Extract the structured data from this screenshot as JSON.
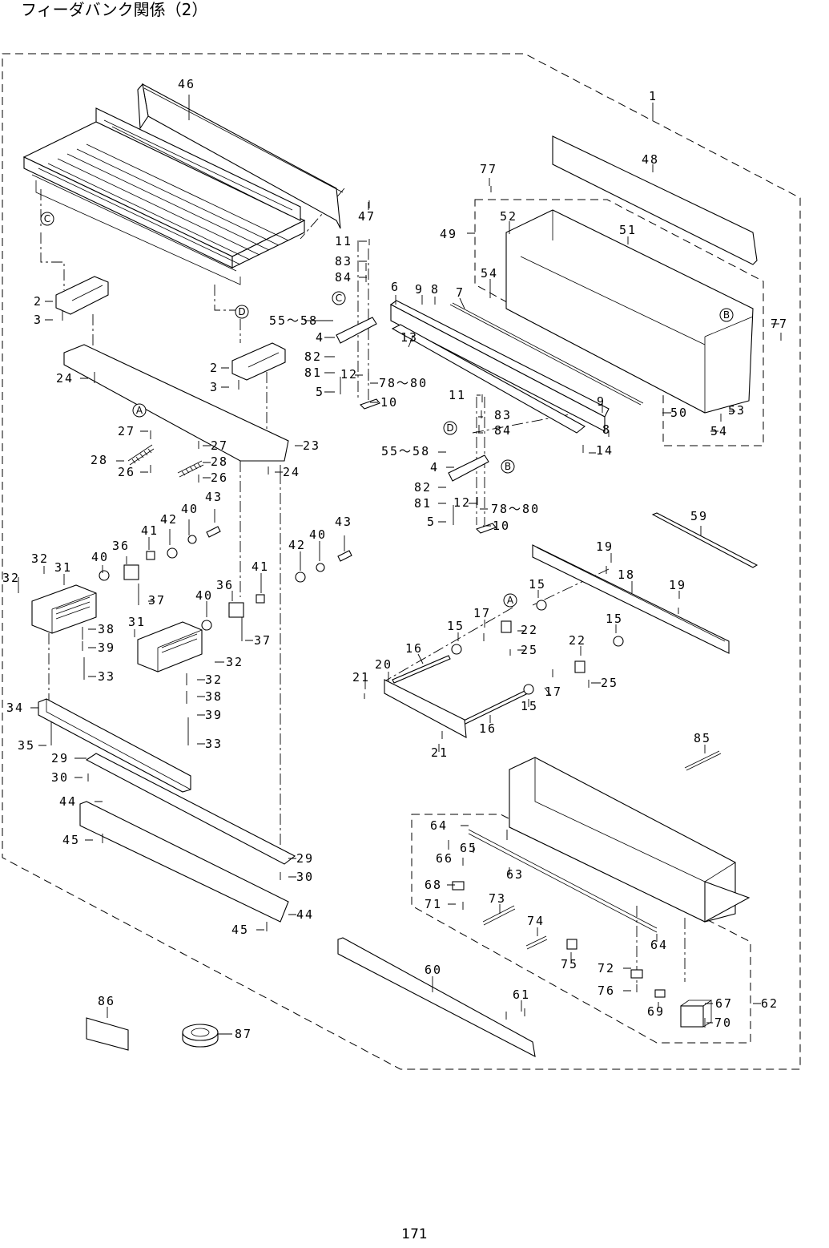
{
  "title": "フィーダバンク関係（2）",
  "page_number": "171",
  "reference_markers": [
    "A",
    "B",
    "C",
    "D"
  ],
  "part_labels": [
    {
      "id": "l46",
      "text": "46"
    },
    {
      "id": "l1",
      "text": "1"
    },
    {
      "id": "l48",
      "text": "48"
    },
    {
      "id": "l77a",
      "text": "77"
    },
    {
      "id": "l47",
      "text": "47"
    },
    {
      "id": "l52",
      "text": "52"
    },
    {
      "id": "l49",
      "text": "49"
    },
    {
      "id": "l51",
      "text": "51"
    },
    {
      "id": "l11a",
      "text": "11"
    },
    {
      "id": "l83a",
      "text": "83"
    },
    {
      "id": "l84a",
      "text": "84"
    },
    {
      "id": "l54a",
      "text": "54"
    },
    {
      "id": "l6",
      "text": "6"
    },
    {
      "id": "l9a",
      "text": "9"
    },
    {
      "id": "l8a",
      "text": "8"
    },
    {
      "id": "l7",
      "text": "7"
    },
    {
      "id": "l2a",
      "text": "2"
    },
    {
      "id": "l3a",
      "text": "3"
    },
    {
      "id": "l5558a",
      "text": "55～58"
    },
    {
      "id": "l4a",
      "text": "4"
    },
    {
      "id": "l77b",
      "text": "77"
    },
    {
      "id": "l13",
      "text": "13"
    },
    {
      "id": "l82a",
      "text": "82"
    },
    {
      "id": "l81a",
      "text": "81"
    },
    {
      "id": "l12a",
      "text": "12"
    },
    {
      "id": "l7880a",
      "text": "78～80"
    },
    {
      "id": "l24a",
      "text": "24"
    },
    {
      "id": "l5a",
      "text": "5"
    },
    {
      "id": "l10a",
      "text": "10"
    },
    {
      "id": "l2b",
      "text": "2"
    },
    {
      "id": "l3b",
      "text": "3"
    },
    {
      "id": "l11b",
      "text": "11"
    },
    {
      "id": "l9b",
      "text": "9"
    },
    {
      "id": "l50",
      "text": "50"
    },
    {
      "id": "l53",
      "text": "53"
    },
    {
      "id": "l83b",
      "text": "83"
    },
    {
      "id": "l8b",
      "text": "8"
    },
    {
      "id": "l27a",
      "text": "27"
    },
    {
      "id": "l84b",
      "text": "84"
    },
    {
      "id": "l54b",
      "text": "54"
    },
    {
      "id": "l27b",
      "text": "27"
    },
    {
      "id": "l23",
      "text": "23"
    },
    {
      "id": "l5558b",
      "text": "55～58"
    },
    {
      "id": "l14",
      "text": "14"
    },
    {
      "id": "l28a",
      "text": "28"
    },
    {
      "id": "l28b",
      "text": "28"
    },
    {
      "id": "l4b",
      "text": "4"
    },
    {
      "id": "l26a",
      "text": "26"
    },
    {
      "id": "l24b",
      "text": "24"
    },
    {
      "id": "l26b",
      "text": "26"
    },
    {
      "id": "l82b",
      "text": "82"
    },
    {
      "id": "l43a",
      "text": "43"
    },
    {
      "id": "l81b",
      "text": "81"
    },
    {
      "id": "l12b",
      "text": "12"
    },
    {
      "id": "l7880b",
      "text": "78～80"
    },
    {
      "id": "l40a",
      "text": "40"
    },
    {
      "id": "l42a",
      "text": "42"
    },
    {
      "id": "l5b",
      "text": "5"
    },
    {
      "id": "l10b",
      "text": "10"
    },
    {
      "id": "l59",
      "text": "59"
    },
    {
      "id": "l41a",
      "text": "41"
    },
    {
      "id": "l43b",
      "text": "43"
    },
    {
      "id": "l36a",
      "text": "36"
    },
    {
      "id": "l42b",
      "text": "42"
    },
    {
      "id": "l40b",
      "text": "40"
    },
    {
      "id": "l19a",
      "text": "19"
    },
    {
      "id": "l32a",
      "text": "32"
    },
    {
      "id": "l31a",
      "text": "31"
    },
    {
      "id": "l40c",
      "text": "40"
    },
    {
      "id": "l18",
      "text": "18"
    },
    {
      "id": "l41b",
      "text": "41"
    },
    {
      "id": "l32b",
      "text": "32"
    },
    {
      "id": "l36b",
      "text": "36"
    },
    {
      "id": "l15a",
      "text": "15"
    },
    {
      "id": "l19b",
      "text": "19"
    },
    {
      "id": "l40d",
      "text": "40"
    },
    {
      "id": "l37a",
      "text": "37"
    },
    {
      "id": "l17a",
      "text": "17"
    },
    {
      "id": "l15b",
      "text": "15"
    },
    {
      "id": "l22a",
      "text": "22"
    },
    {
      "id": "l15c",
      "text": "15"
    },
    {
      "id": "l31b",
      "text": "31"
    },
    {
      "id": "l38a",
      "text": "38"
    },
    {
      "id": "l37b",
      "text": "37"
    },
    {
      "id": "l22b",
      "text": "22"
    },
    {
      "id": "l16a",
      "text": "16"
    },
    {
      "id": "l25a",
      "text": "25"
    },
    {
      "id": "l39a",
      "text": "39"
    },
    {
      "id": "l32c",
      "text": "32"
    },
    {
      "id": "l20",
      "text": "20"
    },
    {
      "id": "l32d",
      "text": "32"
    },
    {
      "id": "l33a",
      "text": "33"
    },
    {
      "id": "l21a",
      "text": "21"
    },
    {
      "id": "l25b",
      "text": "25"
    },
    {
      "id": "l17b",
      "text": "17"
    },
    {
      "id": "l38b",
      "text": "38"
    },
    {
      "id": "l15d",
      "text": "15"
    },
    {
      "id": "l34",
      "text": "34"
    },
    {
      "id": "l39b",
      "text": "39"
    },
    {
      "id": "l16b",
      "text": "16"
    },
    {
      "id": "l85",
      "text": "85"
    },
    {
      "id": "l35",
      "text": "35"
    },
    {
      "id": "l33b",
      "text": "33"
    },
    {
      "id": "l21b",
      "text": "21"
    },
    {
      "id": "l29a",
      "text": "29"
    },
    {
      "id": "l30a",
      "text": "30"
    },
    {
      "id": "l44a",
      "text": "44"
    },
    {
      "id": "l64a",
      "text": "64"
    },
    {
      "id": "l45a",
      "text": "45"
    },
    {
      "id": "l66",
      "text": "66"
    },
    {
      "id": "l65",
      "text": "65"
    },
    {
      "id": "l29b",
      "text": "29"
    },
    {
      "id": "l63",
      "text": "63"
    },
    {
      "id": "l30b",
      "text": "30"
    },
    {
      "id": "l68",
      "text": "68"
    },
    {
      "id": "l71",
      "text": "71"
    },
    {
      "id": "l73",
      "text": "73"
    },
    {
      "id": "l44b",
      "text": "44"
    },
    {
      "id": "l74",
      "text": "74"
    },
    {
      "id": "l45b",
      "text": "45"
    },
    {
      "id": "l64b",
      "text": "64"
    },
    {
      "id": "l75",
      "text": "75"
    },
    {
      "id": "l60",
      "text": "60"
    },
    {
      "id": "l72",
      "text": "72"
    },
    {
      "id": "l76",
      "text": "76"
    },
    {
      "id": "l61",
      "text": "61"
    },
    {
      "id": "l67",
      "text": "67"
    },
    {
      "id": "l62",
      "text": "62"
    },
    {
      "id": "l69",
      "text": "69"
    },
    {
      "id": "l70",
      "text": "70"
    },
    {
      "id": "l86",
      "text": "86"
    },
    {
      "id": "l87",
      "text": "87"
    }
  ]
}
